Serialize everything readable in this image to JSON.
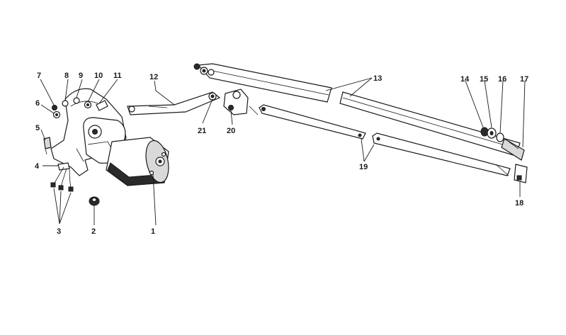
{
  "diagram": {
    "callouts": {
      "c1": "1",
      "c2": "2",
      "c3": "3",
      "c4": "4",
      "c5": "5",
      "c6": "6",
      "c7": "7",
      "c8": "8",
      "c9": "9",
      "c10": "10",
      "c11": "11",
      "c12": "12",
      "c13": "13",
      "c14": "14",
      "c15": "15",
      "c16": "16",
      "c17": "17",
      "c18": "18",
      "c19": "19",
      "c20": "20",
      "c21": "21"
    },
    "colors": {
      "ink": "#1a1a1a",
      "shade": "#d9d9d9",
      "dark": "#2a2a2a",
      "background": "#ffffff"
    }
  }
}
